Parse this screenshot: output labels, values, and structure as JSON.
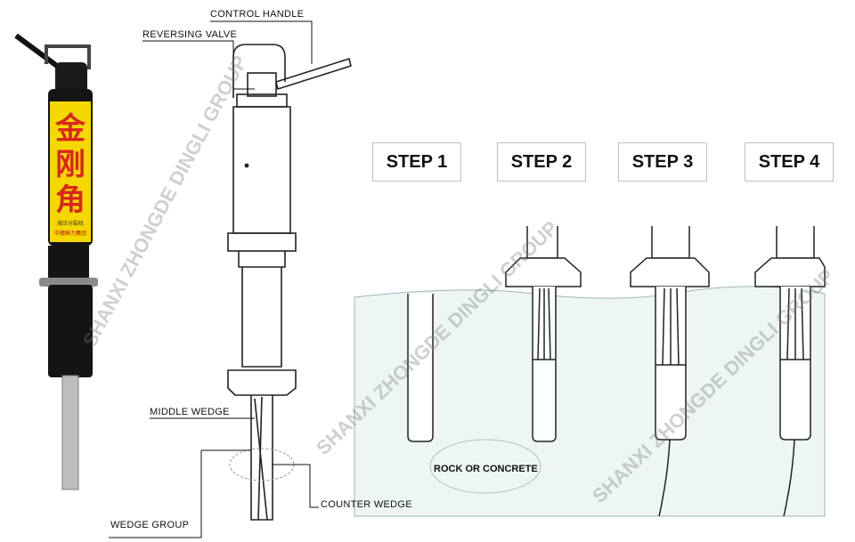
{
  "labels": {
    "control_handle": "CONTROL HANDLE",
    "reversing_valve": "REVERSING VALVE",
    "middle_wedge": "MIDDLE WEDGE",
    "wedge_group": "WEDGE GROUP",
    "counter_wedge": "COUNTER WEDGE",
    "rock_or_concrete": "ROCK OR CONCRETE"
  },
  "steps": [
    "STEP 1",
    "STEP 2",
    "STEP 3",
    "STEP 4"
  ],
  "product_label": {
    "characters": [
      "金",
      "刚",
      "角"
    ],
    "small_text_1": "液压分裂机",
    "small_text_2": "中德鼎力集团"
  },
  "watermark": "SHANXI ZHONGDE DINGLI GROUP",
  "colors": {
    "tool_body": "#111111",
    "label_yellow": "#f5d800",
    "label_red": "#d9251c",
    "rock_fill": "#eef5f5",
    "line": "#222222"
  }
}
